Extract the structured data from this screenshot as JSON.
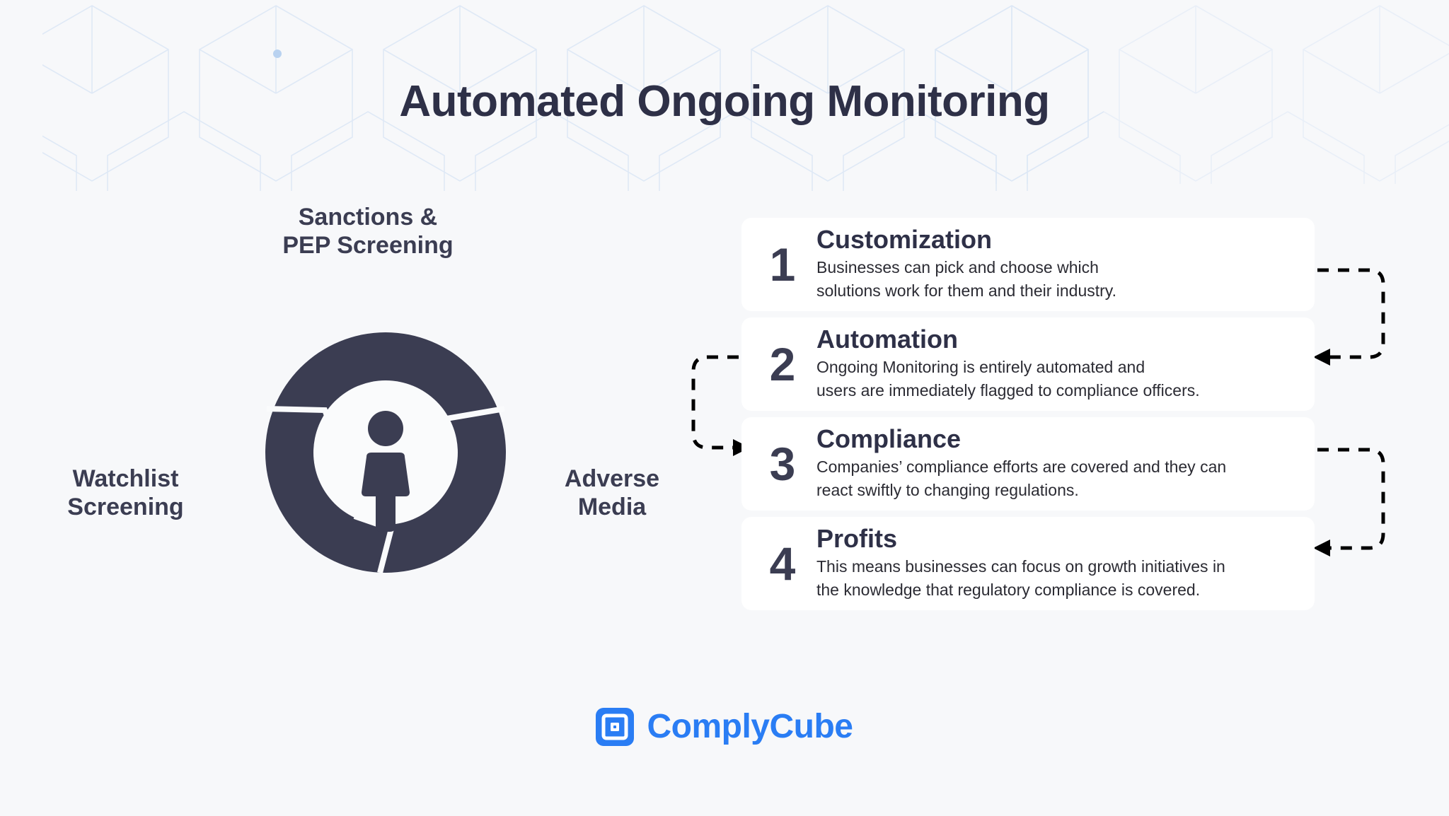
{
  "page": {
    "title": "Automated Ongoing Monitoring",
    "background_color": "#f7f8fa",
    "accent_color": "#2a7df4",
    "dark_color": "#3b3d52",
    "card_color": "#ffffff"
  },
  "diagram": {
    "center_icon": "person-icon",
    "labels": {
      "top_line1": "Sanctions &",
      "top_line2": "PEP Screening",
      "left_line1": "Watchlist",
      "left_line2": "Screening",
      "right_line1": "Adverse",
      "right_line2": "Media"
    },
    "segments": [
      "Sanctions & PEP Screening",
      "Adverse Media",
      "Watchlist Screening"
    ]
  },
  "steps": [
    {
      "number": "1",
      "title": "Customization",
      "desc_line1": "Businesses can pick and choose which",
      "desc_line2": "solutions work for them and their industry."
    },
    {
      "number": "2",
      "title": "Automation",
      "desc_line1": "Ongoing Monitoring is entirely automated and",
      "desc_line2": "users are immediately flagged to compliance officers."
    },
    {
      "number": "3",
      "title": "Compliance",
      "desc_line1": "Companies’ compliance efforts are covered and they can",
      "desc_line2": "react swiftly to changing regulations."
    },
    {
      "number": "4",
      "title": "Profits",
      "desc_line1": "This means businesses can focus on growth initiatives in",
      "desc_line2": "the knowledge that regulatory compliance is covered."
    }
  ],
  "connectors": [
    {
      "from": "1",
      "to": "2",
      "side": "right"
    },
    {
      "from": "2",
      "to": "3",
      "side": "left"
    },
    {
      "from": "3",
      "to": "4",
      "side": "right"
    }
  ],
  "footer": {
    "brand": "ComplyCube",
    "logo_icon": "complycube-logo-icon"
  }
}
